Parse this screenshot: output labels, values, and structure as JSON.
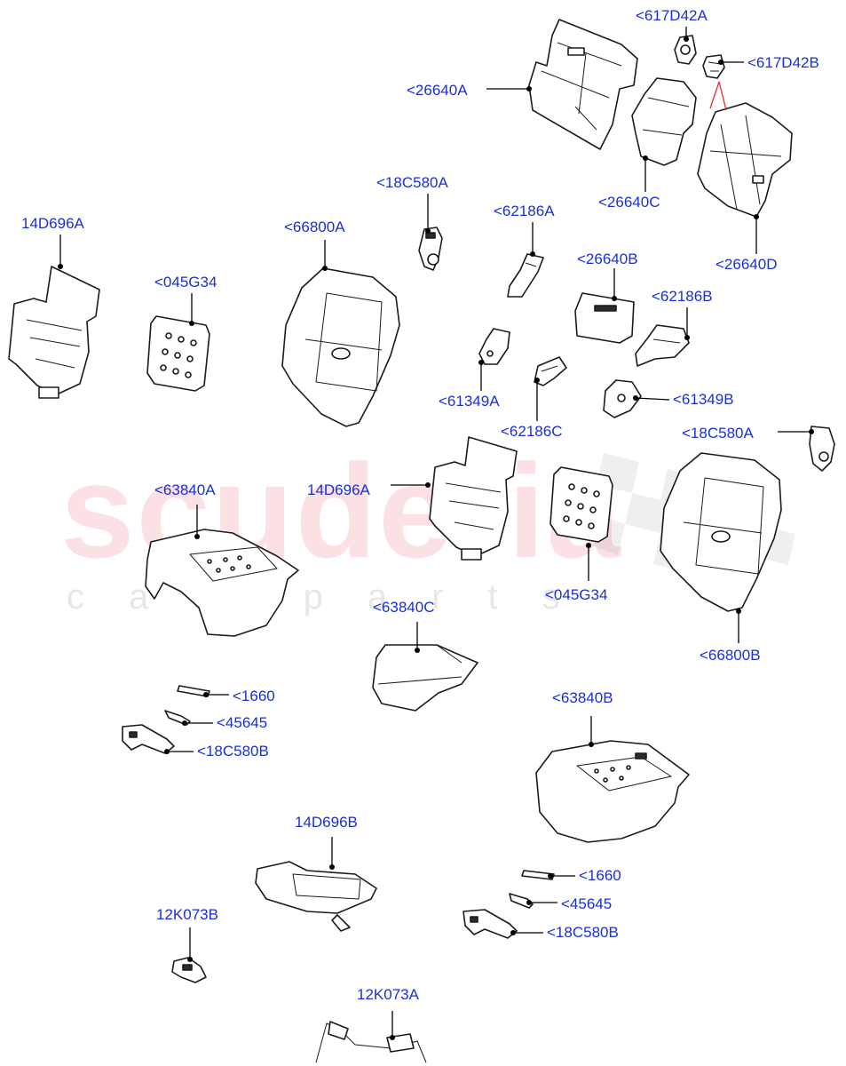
{
  "watermark": {
    "brand": "scuderia",
    "tagline": "car parts"
  },
  "colors": {
    "label": "#1a2fd6",
    "line": "#1b1b1b",
    "watermark_red": "#ee7882"
  },
  "callouts": [
    {
      "id": "c1",
      "text": "<617D42A"
    },
    {
      "id": "c2",
      "text": "<617D42B"
    },
    {
      "id": "c3",
      "text": "<26640A"
    },
    {
      "id": "c4",
      "text": "<26640C"
    },
    {
      "id": "c5",
      "text": "<26640D"
    },
    {
      "id": "c6",
      "text": "<18C580A"
    },
    {
      "id": "c7",
      "text": "<62186A"
    },
    {
      "id": "c8",
      "text": "14D696A"
    },
    {
      "id": "c9",
      "text": "<66800A"
    },
    {
      "id": "c10",
      "text": "<26640B"
    },
    {
      "id": "c11",
      "text": "<045G34"
    },
    {
      "id": "c12",
      "text": "<62186B"
    },
    {
      "id": "c13",
      "text": "<61349A"
    },
    {
      "id": "c14",
      "text": "<61349B"
    },
    {
      "id": "c15",
      "text": "<62186C"
    },
    {
      "id": "c16",
      "text": "<18C580A"
    },
    {
      "id": "c17",
      "text": "<63840A"
    },
    {
      "id": "c18",
      "text": "14D696A"
    },
    {
      "id": "c19",
      "text": "<045G34"
    },
    {
      "id": "c20",
      "text": "<66800B"
    },
    {
      "id": "c21",
      "text": "<63840C"
    },
    {
      "id": "c22",
      "text": "<1660"
    },
    {
      "id": "c23",
      "text": "<45645"
    },
    {
      "id": "c24",
      "text": "<18C580B"
    },
    {
      "id": "c25",
      "text": "<63840B"
    },
    {
      "id": "c26",
      "text": "14D696B"
    },
    {
      "id": "c27",
      "text": "<1660"
    },
    {
      "id": "c28",
      "text": "<45645"
    },
    {
      "id": "c29",
      "text": "<18C580B"
    },
    {
      "id": "c30",
      "text": "12K073B"
    },
    {
      "id": "c31",
      "text": "12K073A"
    }
  ]
}
